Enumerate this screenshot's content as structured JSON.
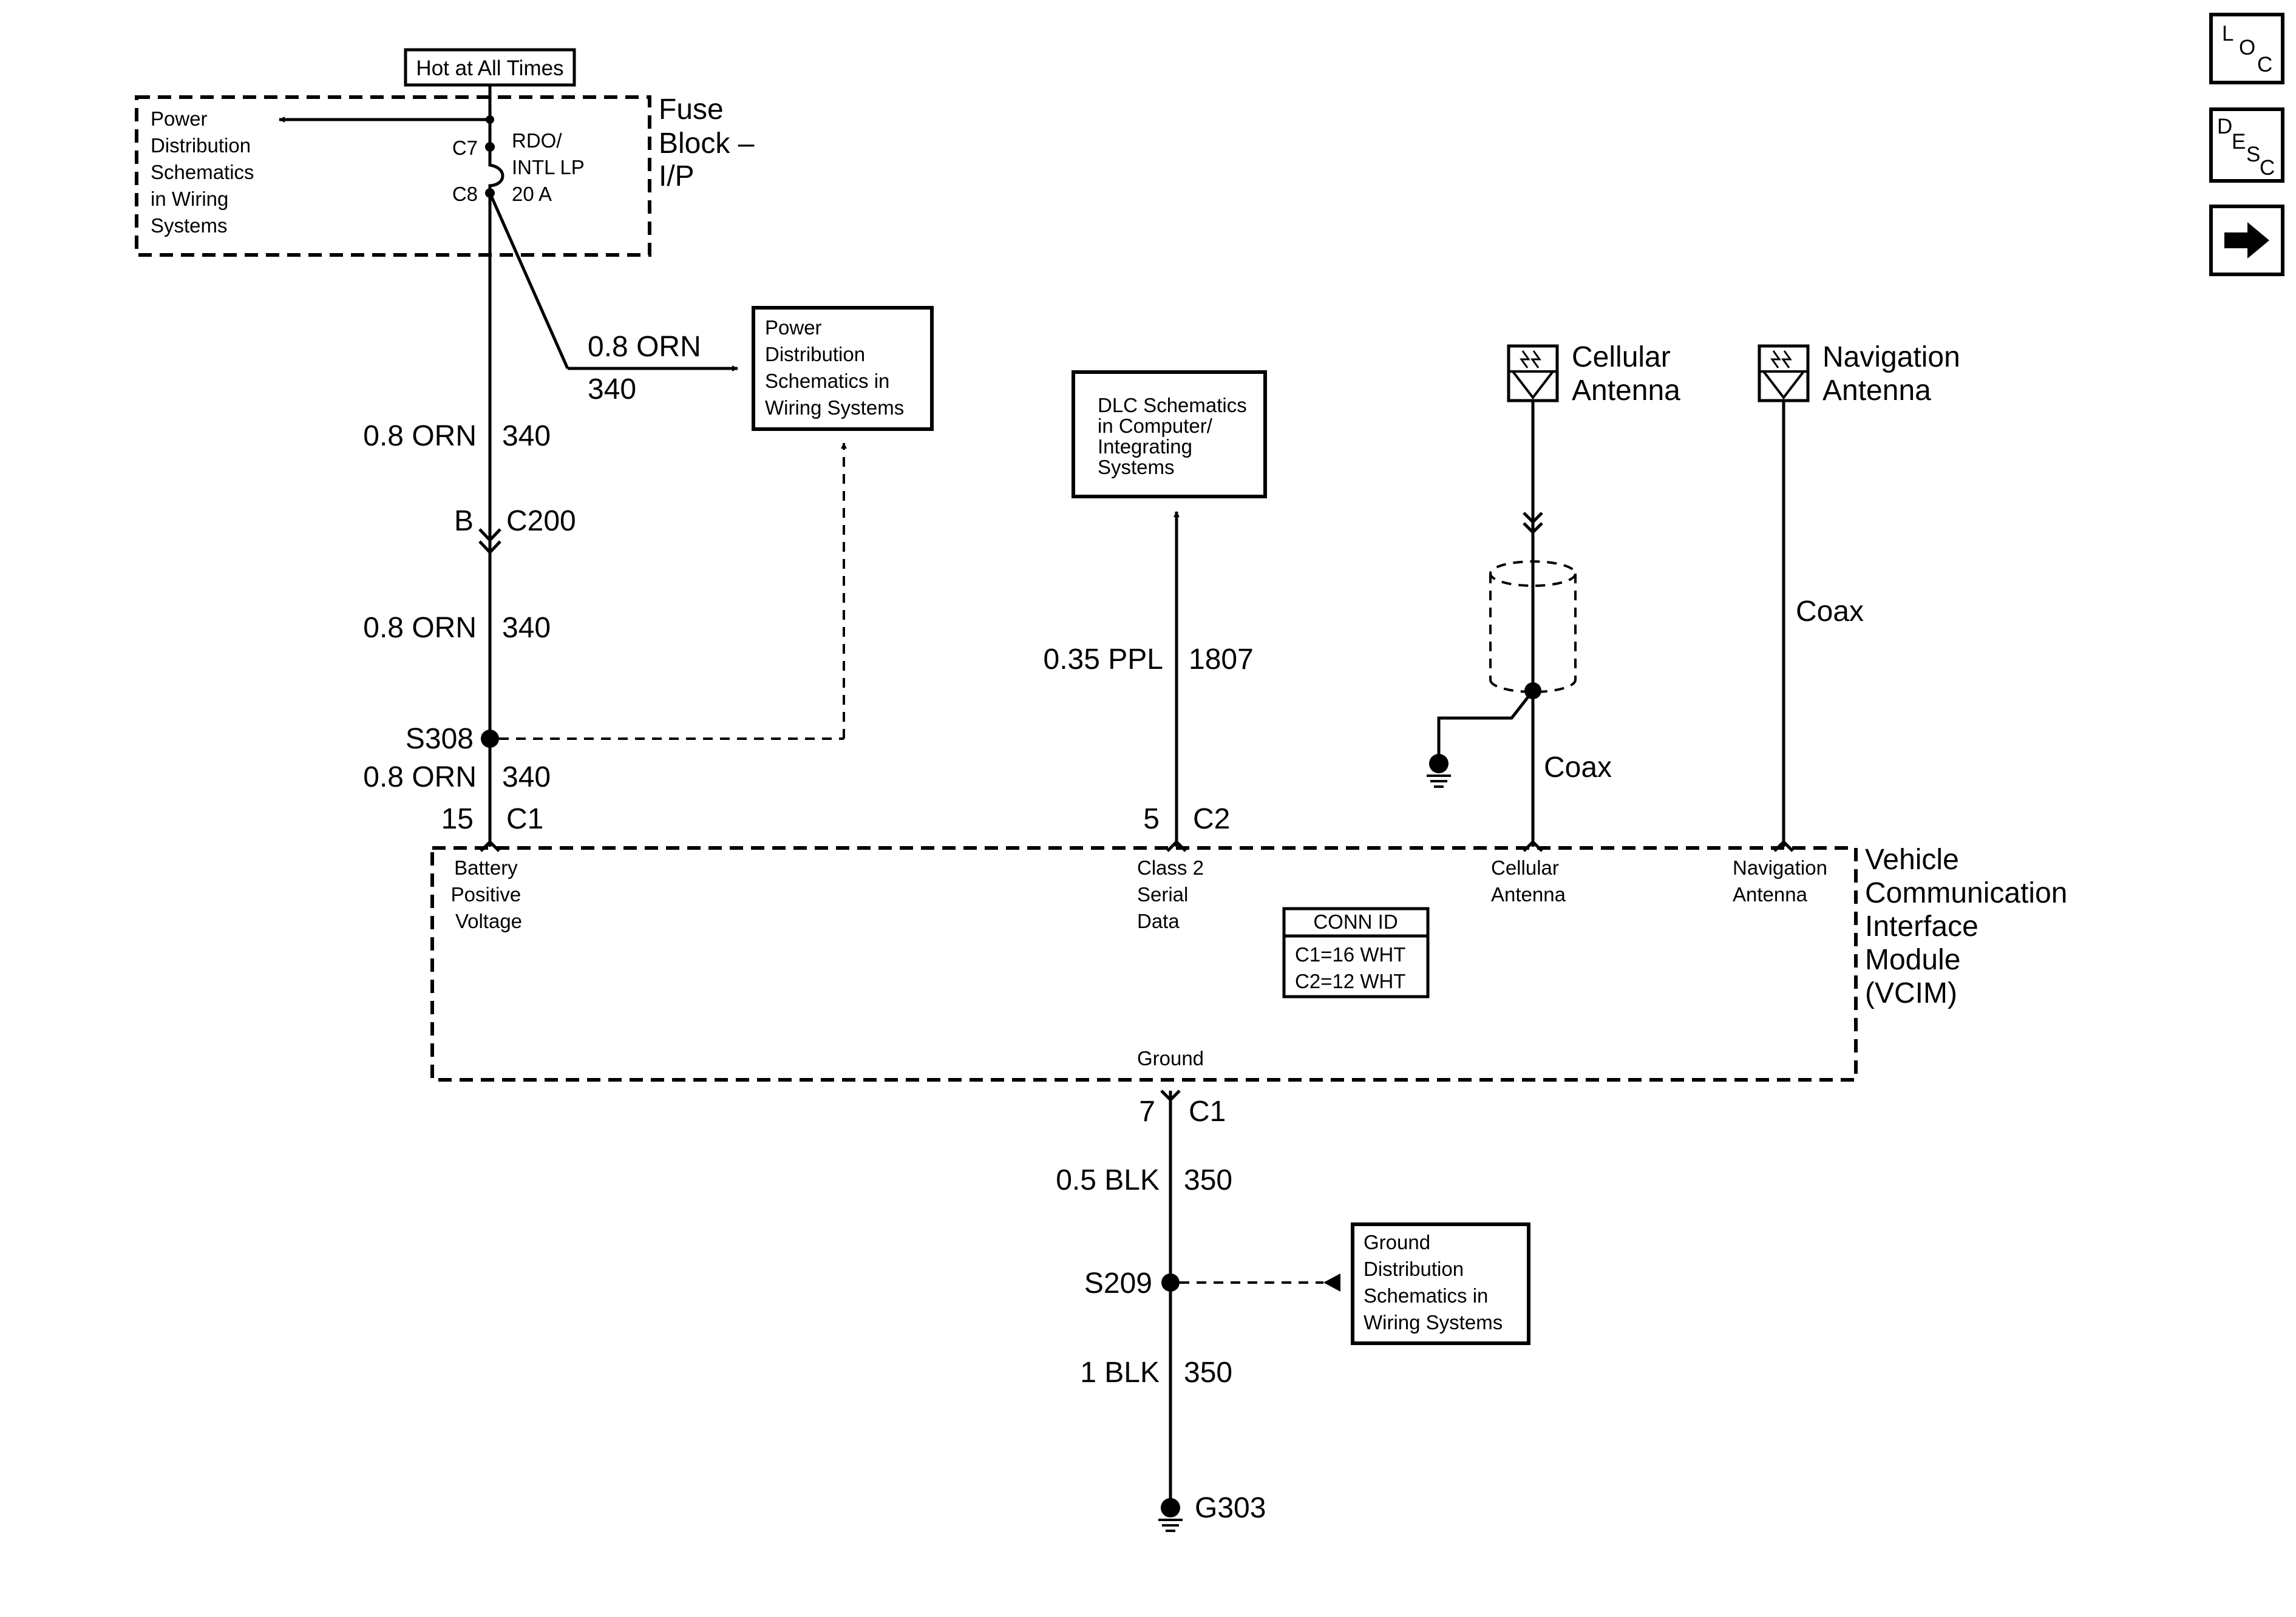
{
  "fuse_block": {
    "hot_label": "Hot at All Times",
    "name_lines": [
      "Fuse",
      "Block –",
      "I/P"
    ],
    "fuse_lines": [
      "RDO/",
      "INTL LP",
      "20 A"
    ],
    "pin_top": "C7",
    "pin_bottom": "C8",
    "ref_lines": [
      "Power",
      "Distribution",
      "Schematics",
      "in Wiring",
      "Systems"
    ]
  },
  "branch": {
    "wire_size": "0.8 ORN",
    "circuit": "340",
    "ref_lines": [
      "Power",
      "Distribution",
      "Schematics in",
      "Wiring Systems"
    ]
  },
  "power_wire": {
    "seg1_size": "0.8 ORN",
    "seg1_circuit": "340",
    "c200_pin": "B",
    "c200_name": "C200",
    "seg2_size": "0.8 ORN",
    "seg2_circuit": "340",
    "splice": "S308",
    "seg3_size": "0.8 ORN",
    "seg3_circuit": "340",
    "vcim_pin": "15",
    "vcim_connector": "C1"
  },
  "dlc": {
    "ref_lines": [
      "DLC Schematics",
      "in Computer/",
      "Integrating",
      "Systems"
    ],
    "wire_size": "0.35 PPL",
    "circuit": "1807",
    "pin": "5",
    "connector": "C2"
  },
  "cellular": {
    "name_lines": [
      "Cellular",
      "Antenna"
    ],
    "coax_label": "Coax",
    "icon": "antenna-icon"
  },
  "navigation": {
    "name_lines": [
      "Navigation",
      "Antenna"
    ],
    "coax_label": "Coax",
    "icon": "antenna-icon"
  },
  "vcim": {
    "name_lines": [
      "Vehicle",
      "Communication",
      "Interface",
      "Module",
      "(VCIM)"
    ],
    "term_battery": [
      "Battery",
      "Positive",
      "Voltage"
    ],
    "term_class2": [
      "Class 2",
      "Serial",
      "Data"
    ],
    "term_cellular": [
      "Cellular",
      "Antenna"
    ],
    "term_navigation": [
      "Navigation",
      "Antenna"
    ],
    "term_ground": "Ground",
    "conn_id_title": "CONN ID",
    "conn_id_lines": [
      "C1=16 WHT",
      "C2=12 WHT"
    ]
  },
  "ground_wire": {
    "pin": "7",
    "connector": "C1",
    "seg1_size": "0.5 BLK",
    "seg1_circuit": "350",
    "splice": "S209",
    "seg2_size": "1 BLK",
    "seg2_circuit": "350",
    "ground": "G303",
    "ref_lines": [
      "Ground",
      "Distribution",
      "Schematics in",
      "Wiring Systems"
    ]
  },
  "nav_buttons": {
    "loc": [
      "L",
      "O",
      "C"
    ],
    "desc": [
      "D",
      "E",
      "S",
      "C"
    ],
    "next_icon": "right-arrow-icon"
  }
}
